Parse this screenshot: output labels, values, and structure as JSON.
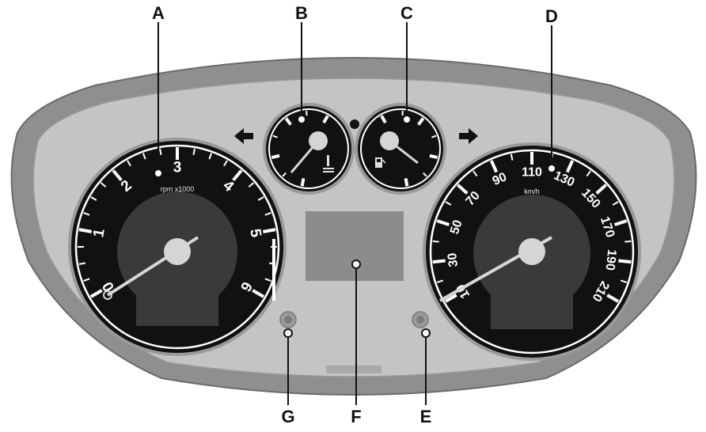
{
  "callouts": {
    "a": "A",
    "b": "B",
    "c": "C",
    "d": "D",
    "e": "E",
    "f": "F",
    "g": "G"
  },
  "tachometer": {
    "unit": "rpm x1000",
    "labels": [
      "0",
      "1",
      "2",
      "3",
      "4",
      "5",
      "6"
    ]
  },
  "speedometer": {
    "unit": "km/h",
    "labels": [
      "10",
      "30",
      "50",
      "70",
      "90",
      "110",
      "130",
      "150",
      "170",
      "190",
      "210"
    ]
  },
  "icons": {
    "left_turn": "left-arrow-icon",
    "right_turn": "right-arrow-icon",
    "temperature": "coolant-temperature-icon",
    "fuel": "fuel-pump-icon"
  },
  "colors": {
    "housing_outer": "#8f8f8f",
    "housing_inner": "#c4c4c4",
    "dial_face": "#111111",
    "display": "#8c8c8c"
  }
}
